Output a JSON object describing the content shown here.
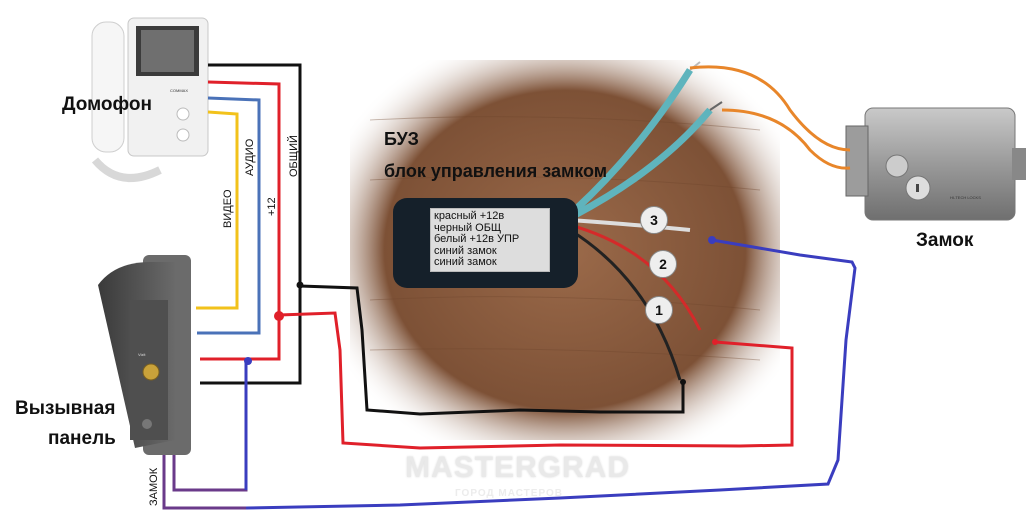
{
  "labels": {
    "intercom": "Домофон",
    "call_panel_line1": "Вызывная",
    "call_panel_line2": "панель",
    "lock": "Замок",
    "buz_title": "БУЗ",
    "buz_subtitle": "блок управления замком"
  },
  "wire_labels": {
    "video": "ВИДЕО",
    "audio": "АУДИО",
    "plus12": "+12",
    "common": "ОБЩИЙ",
    "lock": "ЗАМОК"
  },
  "buz_sticker": [
    "красный    +12в",
    "черный ОБЩ",
    "белый +12в УПР",
    "синий замок",
    "синий замок"
  ],
  "wire_numbers": [
    "3",
    "2",
    "1"
  ],
  "watermark": {
    "main": "MASTERGRAD",
    "sub": "ГОРОД МАСТЕРОВ"
  },
  "device_brands": {
    "intercom": "COMMAX",
    "call_panel": "Vizit",
    "lock": "HI-TECH LOCKS"
  },
  "colors": {
    "black_wire": "#111111",
    "red_wire": "#e0202a",
    "blue_wire": "#4a72b8",
    "yellow_wire": "#f2c21b",
    "lock_wire": "#3a3dbf",
    "purple_wire": "#6a3a8a",
    "orange_wire": "#e8862a",
    "wood": "#8a5a3c",
    "cable_teal": "#5fb4bd"
  }
}
